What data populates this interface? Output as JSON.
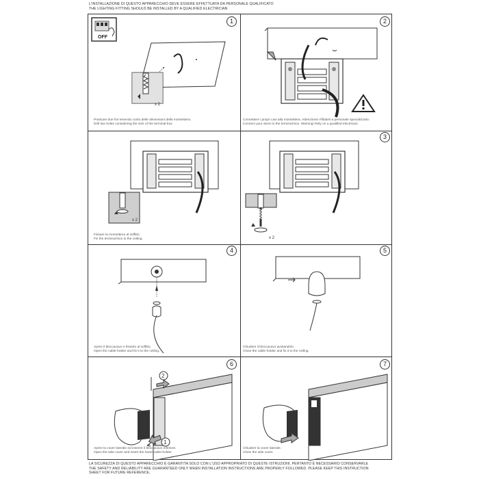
{
  "header": {
    "line1": "L'INSTALLAZIONE DI QUESTO APPARECCHIO DEVE ESSERE EFFETTUATA DA PERSONALE QUALIFICATO",
    "line2": "THE LIGHTING FITTING SHOULD BE INSTALLED BY A QUALIFIED ELECTRICIAN"
  },
  "panels": {
    "p1": {
      "step": "1",
      "switch_label": "OFF",
      "multiplier": "x 2",
      "cap_it": "Praticare due fori tenendo conto delle dimensioni della morsettiera.",
      "cap_en": "Drill two holes considering the size of the terminal-box."
    },
    "p2": {
      "step": "2",
      "cap_it": "Connettere i propri cavi alla morsettiera. Attenzione! Affidarsi a personale specializzato.",
      "cap_en": "Connect your wires to the terminal-box. Warning! Rely on a qualified electrician."
    },
    "p3": {
      "step": "3",
      "multiplier_a": "x 2",
      "multiplier_b": "x 2",
      "cap_it": "Fissare la morsettiera al soffitto.",
      "cap_en": "Fix the terminal-box to the ceiling."
    },
    "p4": {
      "step": "4",
      "cap_it": "Aprire il bloccacavo e fissarlo al soffitto.",
      "cap_en": "Open the cable-holder and fix it to the ceiling."
    },
    "p5": {
      "step": "5",
      "cap_it": "Chiudere il bloccacavo avvitandolo.",
      "cap_en": "Close the cable-holder and fix it to the ceiling."
    },
    "p6": {
      "step": "6",
      "arrow1": "1",
      "arrow2": "2",
      "cap_it": "Aprire la cover laterale ed inserire il bloccacavo inferiore.",
      "cap_en": "Open the side cover and insert the lower cable-holder."
    },
    "p7": {
      "step": "7",
      "cap_it": "Chiudere la cover laterale.",
      "cap_en": "Close the side cover."
    }
  },
  "footer": {
    "line1": "LA SICUREZZA DI QUESTO APPARECCHIO È GARANTITA SOLO CON L'USO APPROPRIATO DI QUESTE ISTRUZIONI, PERTANTO È NECESSARIO CONSERVARLE",
    "line2": "THE SAFETY AND RELIABILITY ARE GUARANTEED ONLY WHEN INSTALLATION INSTRUCTIONS ARE PROPERLY FOLLOWED. PLEASE KEEP THIS INSTRUCTION",
    "line3": "SHEET FOR FUTURE REFERENCE."
  }
}
